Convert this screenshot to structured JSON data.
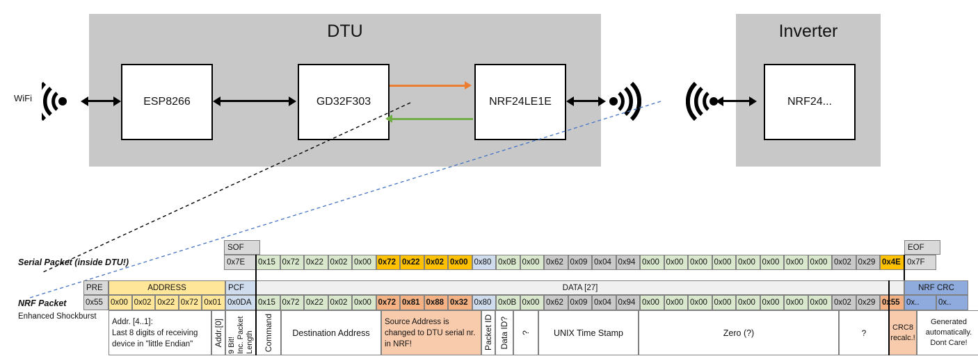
{
  "diagram": {
    "dtu": {
      "title": "DTU",
      "wifi_label": "WiFi",
      "chips": [
        {
          "label": "ESP8266"
        },
        {
          "label": "GD32F303"
        },
        {
          "label": "NRF24LE1E"
        }
      ],
      "arrow_orange": "command-downlink-arrow",
      "arrow_green": "response-uplink-arrow"
    },
    "inverter": {
      "title": "Inverter",
      "chips": [
        {
          "label": "NRF24..."
        }
      ]
    }
  },
  "serial_packet": {
    "label": "Serial Packet (inside DTU!)",
    "headers": {
      "sof": "SOF",
      "eof": "EOF"
    },
    "sof_value": "0x7E",
    "eof_value": "0x7F",
    "bytes": [
      {
        "v": "0x15",
        "c": "green"
      },
      {
        "v": "0x72",
        "c": "green"
      },
      {
        "v": "0x22",
        "c": "green"
      },
      {
        "v": "0x02",
        "c": "green"
      },
      {
        "v": "0x00",
        "c": "green"
      },
      {
        "v": "0x72",
        "c": "gold"
      },
      {
        "v": "0x22",
        "c": "gold"
      },
      {
        "v": "0x02",
        "c": "gold"
      },
      {
        "v": "0x00",
        "c": "gold"
      },
      {
        "v": "0x80",
        "c": "blue"
      },
      {
        "v": "0x0B",
        "c": "green"
      },
      {
        "v": "0x00",
        "c": "green"
      },
      {
        "v": "0x62",
        "c": "gray"
      },
      {
        "v": "0x09",
        "c": "gray"
      },
      {
        "v": "0x04",
        "c": "gray"
      },
      {
        "v": "0x94",
        "c": "gray"
      },
      {
        "v": "0x00",
        "c": "green"
      },
      {
        "v": "0x00",
        "c": "green"
      },
      {
        "v": "0x00",
        "c": "green"
      },
      {
        "v": "0x00",
        "c": "green"
      },
      {
        "v": "0x00",
        "c": "green"
      },
      {
        "v": "0x00",
        "c": "green"
      },
      {
        "v": "0x00",
        "c": "green"
      },
      {
        "v": "0x00",
        "c": "green"
      },
      {
        "v": "0x02",
        "c": "gray"
      },
      {
        "v": "0x29",
        "c": "gray"
      },
      {
        "v": "0x4E",
        "c": "gold"
      }
    ]
  },
  "nrf_packet": {
    "label": "NRF Packet",
    "sublabel": "Enhanced Shockburst",
    "headers": {
      "pre": "PRE",
      "address": "ADDRESS",
      "pcf": "PCF",
      "data": "DATA [27]",
      "nrf_crc": "NRF CRC"
    },
    "pre_value": "0x55",
    "address_bytes": [
      {
        "v": "0x00"
      },
      {
        "v": "0x02"
      },
      {
        "v": "0x22"
      },
      {
        "v": "0x72"
      },
      {
        "v": "0x01"
      }
    ],
    "pcf_value": "0x0DA",
    "crc_values": [
      "0x..",
      "0x.."
    ],
    "bytes": [
      {
        "v": "0x15",
        "c": "green"
      },
      {
        "v": "0x72",
        "c": "green"
      },
      {
        "v": "0x22",
        "c": "green"
      },
      {
        "v": "0x02",
        "c": "green"
      },
      {
        "v": "0x00",
        "c": "green"
      },
      {
        "v": "0x72",
        "c": "dorange"
      },
      {
        "v": "0x81",
        "c": "dorange"
      },
      {
        "v": "0x88",
        "c": "dorange"
      },
      {
        "v": "0x32",
        "c": "dorange"
      },
      {
        "v": "0x80",
        "c": "blue"
      },
      {
        "v": "0x0B",
        "c": "green"
      },
      {
        "v": "0x00",
        "c": "green"
      },
      {
        "v": "0x62",
        "c": "gray"
      },
      {
        "v": "0x09",
        "c": "gray"
      },
      {
        "v": "0x04",
        "c": "gray"
      },
      {
        "v": "0x94",
        "c": "gray"
      },
      {
        "v": "0x00",
        "c": "green"
      },
      {
        "v": "0x00",
        "c": "green"
      },
      {
        "v": "0x00",
        "c": "green"
      },
      {
        "v": "0x00",
        "c": "green"
      },
      {
        "v": "0x00",
        "c": "green"
      },
      {
        "v": "0x00",
        "c": "green"
      },
      {
        "v": "0x00",
        "c": "green"
      },
      {
        "v": "0x00",
        "c": "green"
      },
      {
        "v": "0x02",
        "c": "gray"
      },
      {
        "v": "0x29",
        "c": "gray"
      },
      {
        "v": "0x55",
        "c": "dorange"
      }
    ],
    "descriptions": {
      "address": "Addr. [4..1]:\nLast 8 digits of receiving device in \"little Endian\"",
      "addr0": "Addr.[0]",
      "packet_length": "9 Bit!\nInc. Packet Length",
      "command": "Command",
      "destination": "Destination Address",
      "source": "Source Address is changed to DTU serial nr. in NRF!",
      "packet_id": "Packet ID",
      "data_id": "Data ID?",
      "unknown1": "?",
      "timestamp": "UNIX Time Stamp",
      "zero": "Zero (?)",
      "unknown2": "?",
      "crc8": "CRC8 recalc.!",
      "nrf_crc": "Generated automatically. Dont Care!"
    }
  }
}
